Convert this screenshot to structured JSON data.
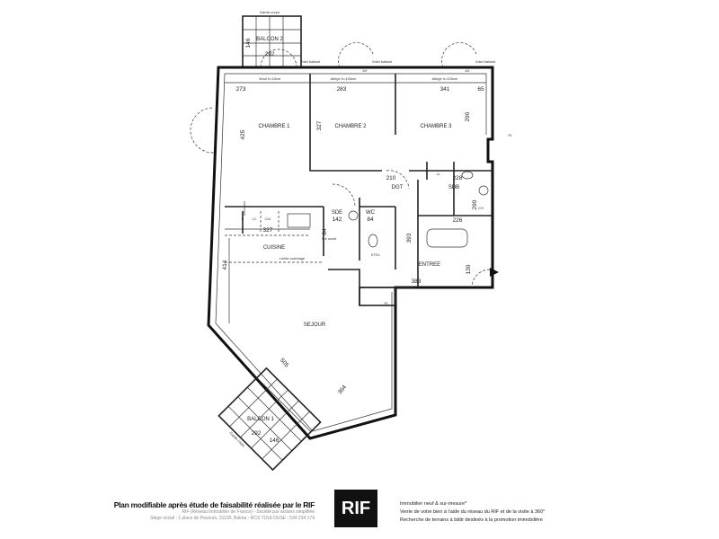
{
  "rooms": {
    "chambre1": "CHAMBRE 1",
    "chambre2": "CHAMBRE 2",
    "chambre3": "CHAMBRE 3",
    "dgt": "DGT",
    "sdb": "SDB",
    "sde": "SDE",
    "wc": "WC",
    "cuisine": "CUISINE",
    "entree": "ENTREE",
    "sejour": "SEJOUR",
    "balcon1": "BALCON 1",
    "balcon2": "BALCON 2"
  },
  "dimensions": {
    "balcon2_depth": "146",
    "balcon2_width": "292",
    "ch1_width": "273",
    "ch2_width": "283",
    "ch3_width": "341",
    "right_small": "65",
    "ch1_depth": "425",
    "ch2_depth": "327",
    "ch3_depth": "290",
    "dgt_width": "210",
    "sdb_top": "228",
    "sdb_width": "226",
    "sdb_depth": "290",
    "sde_area": "142",
    "wc_area": "84",
    "sde_side": "84",
    "cuisine_width": "327",
    "cuisine_depth": "414",
    "entree_depth": "393",
    "entree_width": "383",
    "entree_small": "130",
    "sejour_diag": "505",
    "sejour_diag2": "364",
    "balcon1_width": "292",
    "balcon1_depth": "146"
  },
  "annotations": {
    "garde_corps": "Garde-corps",
    "volet_battant": "Volet battant",
    "seuil": "Seuil h=15cm",
    "allege": "Allège h=100cm",
    "ax": "AX",
    "ll": "LL",
    "lc": "LC",
    "cui": "CUI",
    "f": "F",
    "ch": "CH",
    "pl": "PL",
    "etel": "ETEL",
    "sur_socle": "Sur socle",
    "limite_carrelage": "Limite carrelage"
  },
  "footer": {
    "title": "Plan modifiable après étude de faisabilité réalisée par le RIF",
    "company": "RIF (Réseau Immobilier de France) - Société par actions simplifiée",
    "address": "Siège social : 1 place de Paveurs, 31130, Balma - RCS TOULOUSE : 534 234 174",
    "logo": "RIF",
    "line1": "Immobilier neuf & sur-mesure*",
    "line2": "Vente de votre bien à l'aide du réseau du RIF et de la visite à 360°",
    "line3": "Recherche de terrains à bâtir destinés à la promotion immobilière"
  },
  "colors": {
    "logo_bg": "#111111",
    "ink": "#222222"
  }
}
